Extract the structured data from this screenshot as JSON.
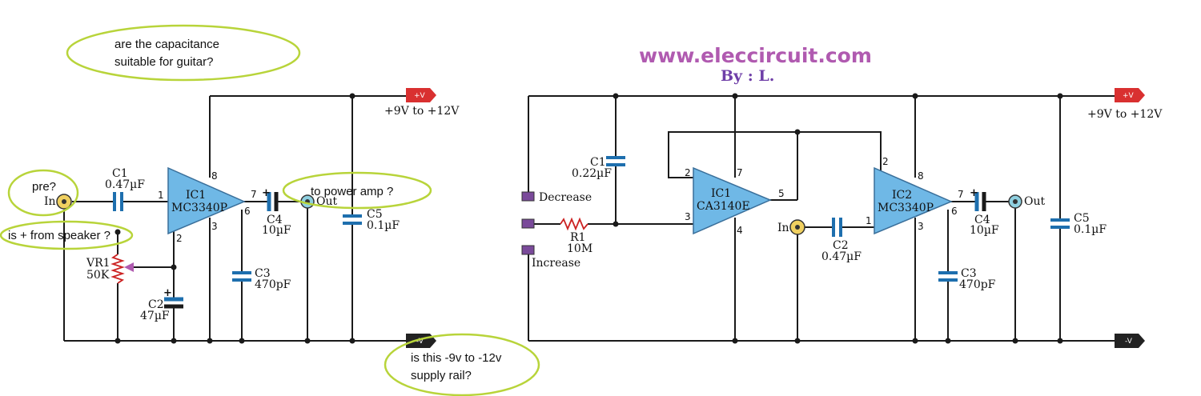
{
  "site": {
    "url": "www.eleccircuit.com",
    "byline": "By : L."
  },
  "colors": {
    "ic_fill": "#6fb8e6",
    "cap": "#1e6fae",
    "resistor": "#cc2222",
    "note_ellipse": "#b8d43a",
    "brand": "#b05ab0",
    "rail_pos": "#d93030",
    "rail_neg": "#222222"
  },
  "left": {
    "supply_label": "+9V to +12V",
    "rail_pos": "+V",
    "rail_neg": "-V",
    "ic1": {
      "name": "IC1",
      "part": "MC3340P",
      "pin1": "1",
      "pin2": "2",
      "pin3": "3",
      "pin6": "6",
      "pin7": "7",
      "pin8": "8"
    },
    "in_label": "In",
    "out_label": "Out",
    "c1": {
      "name": "C1",
      "value": "0.47µF"
    },
    "c2": {
      "name": "C2",
      "value": "47µF"
    },
    "c3": {
      "name": "C3",
      "value": "470pF"
    },
    "c4": {
      "name": "C4",
      "value": "10µF"
    },
    "c5": {
      "name": "C5",
      "value": "0.1µF"
    },
    "vr1": {
      "name": "VR1",
      "value": "50K"
    }
  },
  "right": {
    "supply_label": "+9V to +12V",
    "rail_pos": "+V",
    "rail_neg": "-V",
    "ic1": {
      "name": "IC1",
      "part": "CA3140E",
      "pin2": "2",
      "pin3": "3",
      "pin4": "4",
      "pin5": "5",
      "pin7": "7"
    },
    "ic2": {
      "name": "IC2",
      "part": "MC3340P",
      "pin1": "1",
      "pin2": "2",
      "pin3": "3",
      "pin6": "6",
      "pin7": "7",
      "pin8": "8"
    },
    "decrease": "Decrease",
    "increase": "Increase",
    "in_label": "In",
    "out_label": "Out",
    "c1": {
      "name": "C1",
      "value": "0.22µF"
    },
    "c2": {
      "name": "C2",
      "value": "0.47µF"
    },
    "c3": {
      "name": "C3",
      "value": "470pF"
    },
    "c4": {
      "name": "C4",
      "value": "10µF"
    },
    "c5": {
      "name": "C5",
      "value": "0.1µF"
    },
    "r1": {
      "name": "R1",
      "value": "10M"
    }
  },
  "notes": {
    "capacitance_line1": "are the capacitance",
    "capacitance_line2": "suitable for guitar?",
    "pre": "pre?",
    "speaker": "is + from speaker ?",
    "power_amp": "to power amp ?",
    "supply_line1": "is this -9v to -12v",
    "supply_line2": "supply rail?"
  }
}
